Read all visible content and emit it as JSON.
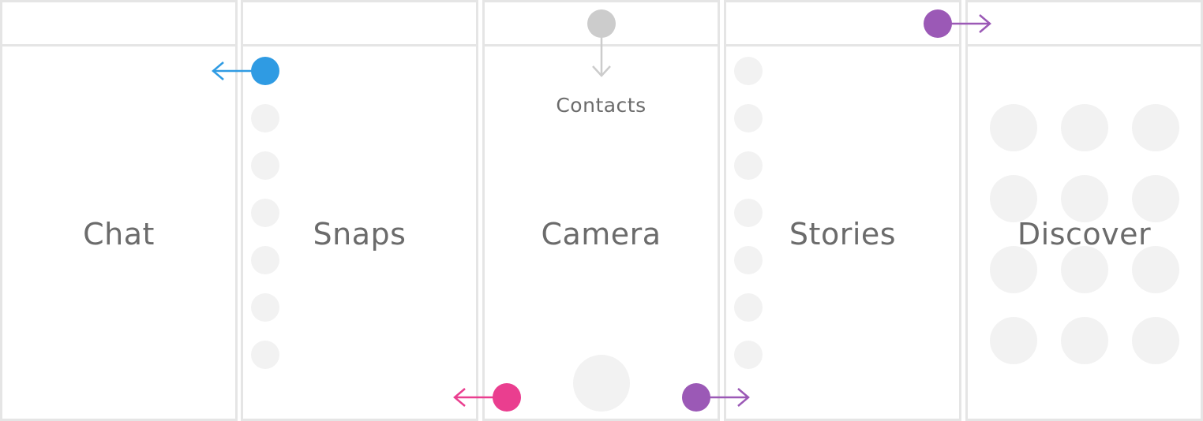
{
  "panels": {
    "chat": {
      "label": "Chat"
    },
    "snaps": {
      "label": "Snaps"
    },
    "camera": {
      "label": "Camera",
      "pull_down_label": "Contacts"
    },
    "stories": {
      "label": "Stories"
    },
    "discover": {
      "label": "Discover"
    }
  },
  "colors": {
    "border": "#e5e5e5",
    "placeholder": "#f2f2f2",
    "text": "#6b6b6b",
    "swipe_blue": "#2f9be3",
    "swipe_pink": "#ea3e8f",
    "swipe_purple": "#9b59b6",
    "swipe_gray": "#cccccc"
  },
  "gestures": [
    {
      "name": "snaps-to-chat-swipe",
      "color": "swipe_blue",
      "direction": "left"
    },
    {
      "name": "camera-to-contacts-swipe",
      "color": "swipe_gray",
      "direction": "down"
    },
    {
      "name": "camera-to-snaps-swipe",
      "color": "swipe_pink",
      "direction": "left"
    },
    {
      "name": "camera-to-stories-swipe",
      "color": "swipe_purple",
      "direction": "right"
    },
    {
      "name": "stories-to-discover-swipe",
      "color": "swipe_purple",
      "direction": "right"
    }
  ]
}
